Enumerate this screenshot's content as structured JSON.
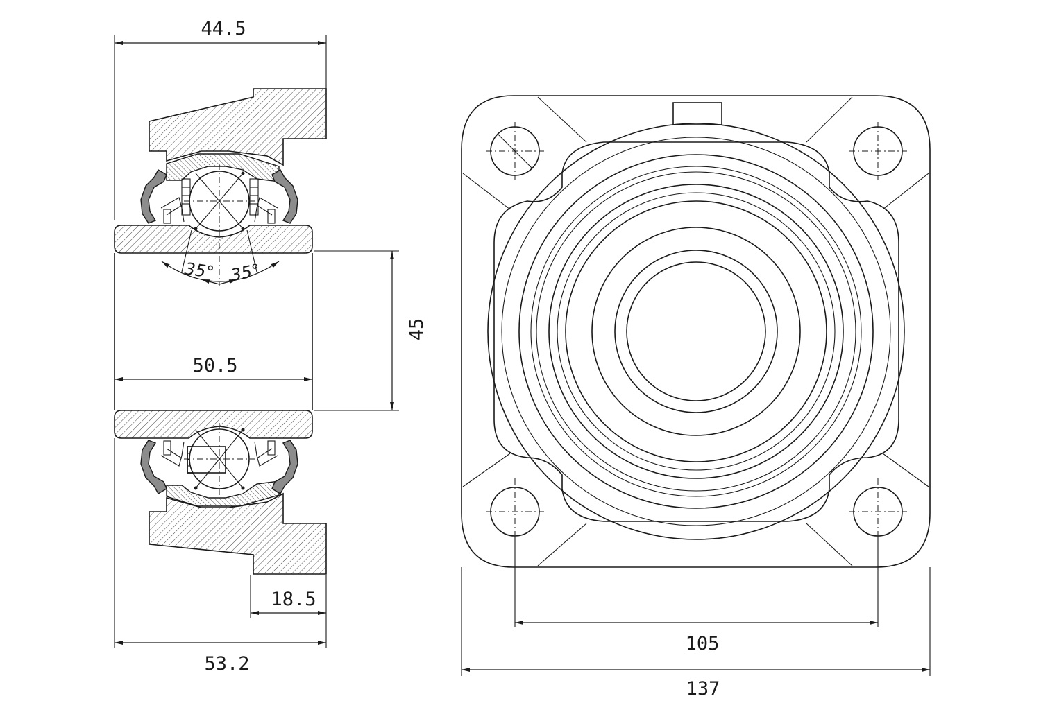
{
  "dimensions": {
    "overall_width_top": "44.5",
    "bore_diameter": "45",
    "inner_ring_width": "50.5",
    "flange_width": "18.5",
    "overall_width_bottom": "53.2",
    "bolt_spacing": "105",
    "flange_square": "137"
  },
  "angles": {
    "contact_left": "35°",
    "contact_right": "35°"
  }
}
